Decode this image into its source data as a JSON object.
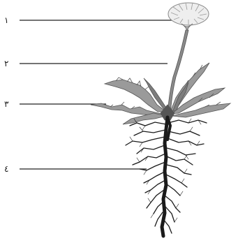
{
  "labels": [
    {
      "number": "١",
      "part": "flower-head"
    },
    {
      "number": "٢",
      "part": "stem"
    },
    {
      "number": "٣",
      "part": "leaves"
    },
    {
      "number": "٤",
      "part": "roots"
    }
  ]
}
